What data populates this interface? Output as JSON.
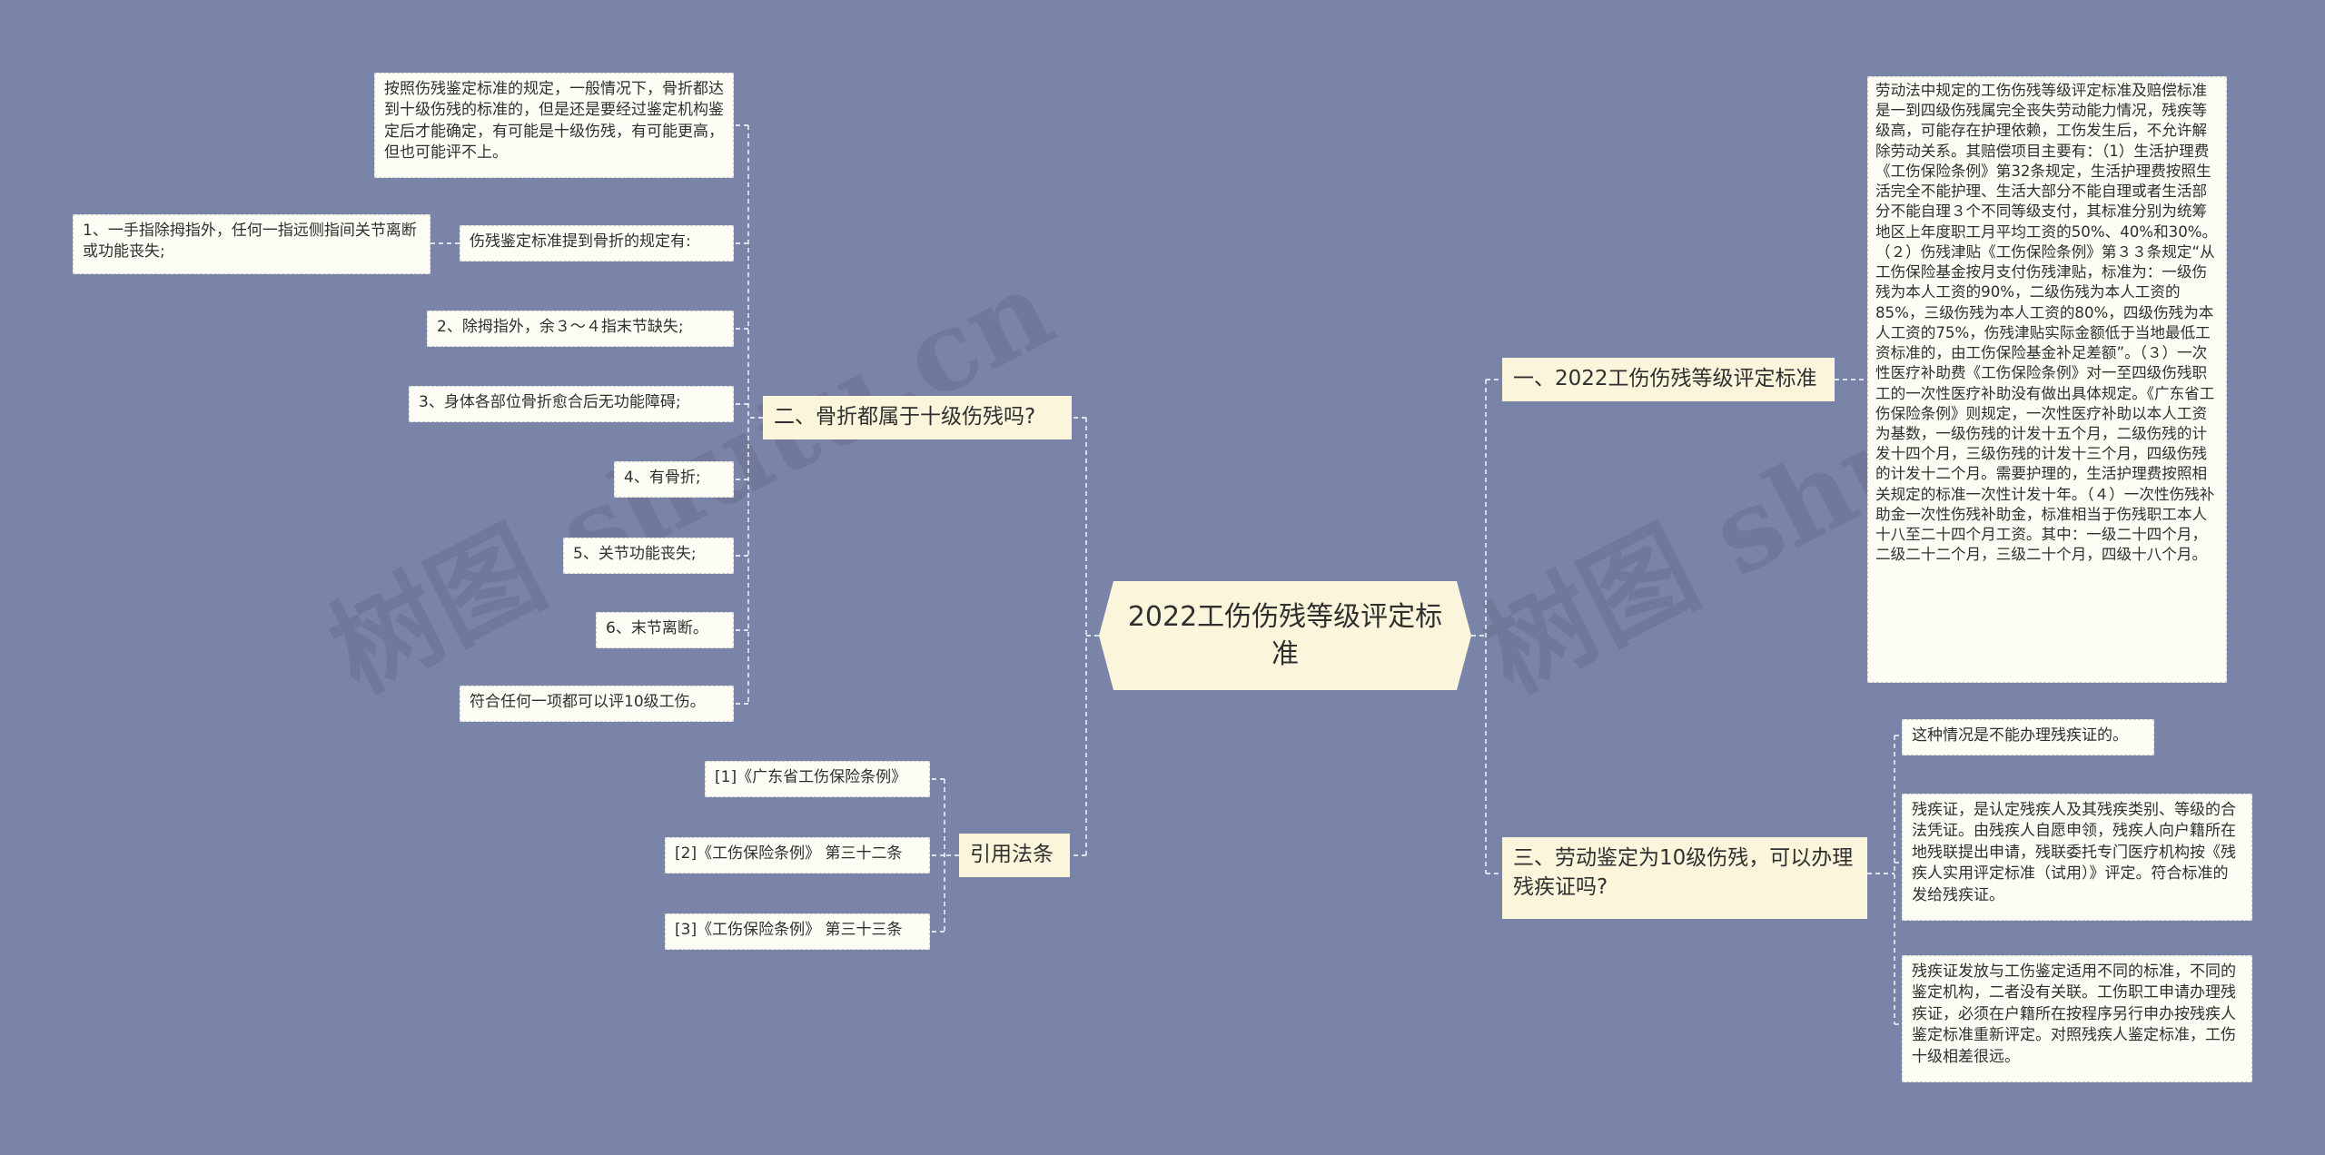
{
  "watermark": "树图 shutu.cn",
  "root": {
    "label": "2022工伤伤残等级评定标准"
  },
  "branches": {
    "b1": {
      "label": "一、2022工伤伤残等级评定标准",
      "leaf": "劳动法中规定的工伤伤残等级评定标准及赔偿标准是一到四级伤残属完全丧失劳动能力情况，残疾等级高，可能存在护理依赖，工伤发生后，不允许解除劳动关系。其赔偿项目主要有：（1）生活护理费《工伤保险条例》第32条规定，生活护理费按照生活完全不能护理、生活大部分不能自理或者生活部分不能自理３个不同等级支付，其标准分别为统筹地区上年度职工月平均工资的50%、40%和30%。（２）伤残津贴《工伤保险条例》第３３条规定“从工伤保险基金按月支付伤残津贴，标准为：一级伤残为本人工资的90%，二级伤残为本人工资的85%，三级伤残为本人工资的80%，四级伤残为本人工资的75%，伤残津贴实际金额低于当地最低工资标准的，由工伤保险基金补足差额”。（３）一次性医疗补助费《工伤保险条例》对一至四级伤残职工的一次性医疗补助没有做出具体规定。《广东省工伤保险条例》则规定，一次性医疗补助以本人工资为基数，一级伤残的计发十五个月，二级伤残的计发十四个月，三级伤残的计发十三个月，四级伤残的计发十二个月。需要护理的，生活护理费按照相关规定的标准一次性计发十年。（４）一次性伤残补助金一次性伤残补助金，标准相当于伤残职工本人十八至二十四个月工资。其中：一级二十四个月，二级二十二个月，三级二十个月，四级十八个月。"
    },
    "b2": {
      "label": "二、骨折都属于十级伤残吗?",
      "leaves": [
        "按照伤残鉴定标准的规定，一般情况下，骨折都达到十级伤残的标准的，但是还是要经过鉴定机构鉴定后才能确定，有可能是十级伤残，有可能更高，但也可能评不上。",
        "伤残鉴定标准提到骨折的规定有:",
        "2、除拇指外，余３～４指末节缺失;",
        "3、身体各部位骨折愈合后无功能障碍;",
        "4、有骨折;",
        "5、关节功能丧失;",
        "6、末节离断。",
        "符合任何一项都可以评10级工伤。"
      ],
      "subleaf": "1、一手指除拇指外，任何一指远侧指间关节离断或功能丧失;"
    },
    "b3": {
      "label": "三、劳动鉴定为10级伤残，可以办理残疾证吗?",
      "leaves": [
        "这种情况是不能办理残疾证的。",
        "残疾证，是认定残疾人及其残疾类别、等级的合法凭证。由残疾人自愿申领，残疾人向户籍所在地残联提出申请，残联委托专门医疗机构按《残疾人实用评定标准（试用）》评定。符合标准的发给残疾证。",
        "残疾证发放与工伤鉴定适用不同的标准，不同的鉴定机构，二者没有关联。工伤职工申请办理残疾证，必须在户籍所在按程序另行申办按残疾人鉴定标准重新评定。对照残疾人鉴定标准，工伤十级相差很远。"
      ]
    },
    "b4": {
      "label": "引用法条",
      "leaves": [
        "[1]《广东省工伤保险条例》",
        "[2]《工伤保险条例》 第三十二条",
        "[3]《工伤保险条例》 第三十三条"
      ]
    }
  },
  "colors": {
    "background": "#7a84a8",
    "node_fill": "#fbf5dc",
    "leaf_fill": "#fefdf5",
    "connector": "#ffffff"
  }
}
